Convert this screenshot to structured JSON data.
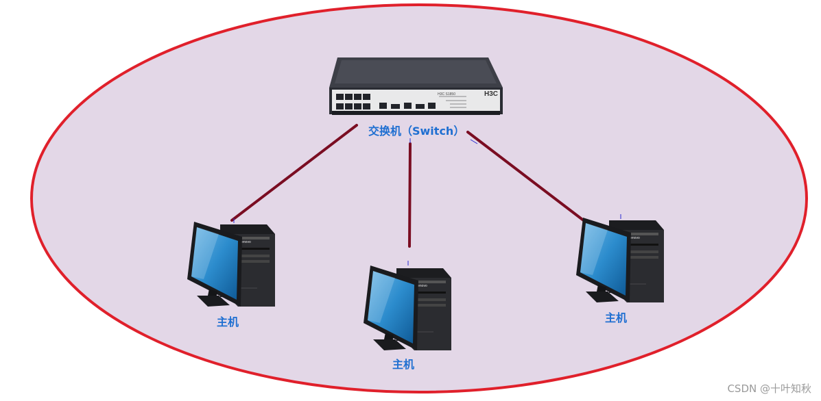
{
  "switch": {
    "label": "交换机（Switch）",
    "brand": "H3C",
    "model": "H3C S1850"
  },
  "hosts": [
    {
      "label": "主机",
      "brand": "lenovo"
    },
    {
      "label": "主机",
      "brand": "lenovo"
    },
    {
      "label": "主机",
      "brand": "lenovo"
    }
  ],
  "watermark": "CSDN @十叶知秋",
  "colors": {
    "ellipse_fill": "#e3d7e7",
    "ellipse_stroke": "#e0202b",
    "link": "#7a0d22",
    "label": "#1f6fd1"
  }
}
